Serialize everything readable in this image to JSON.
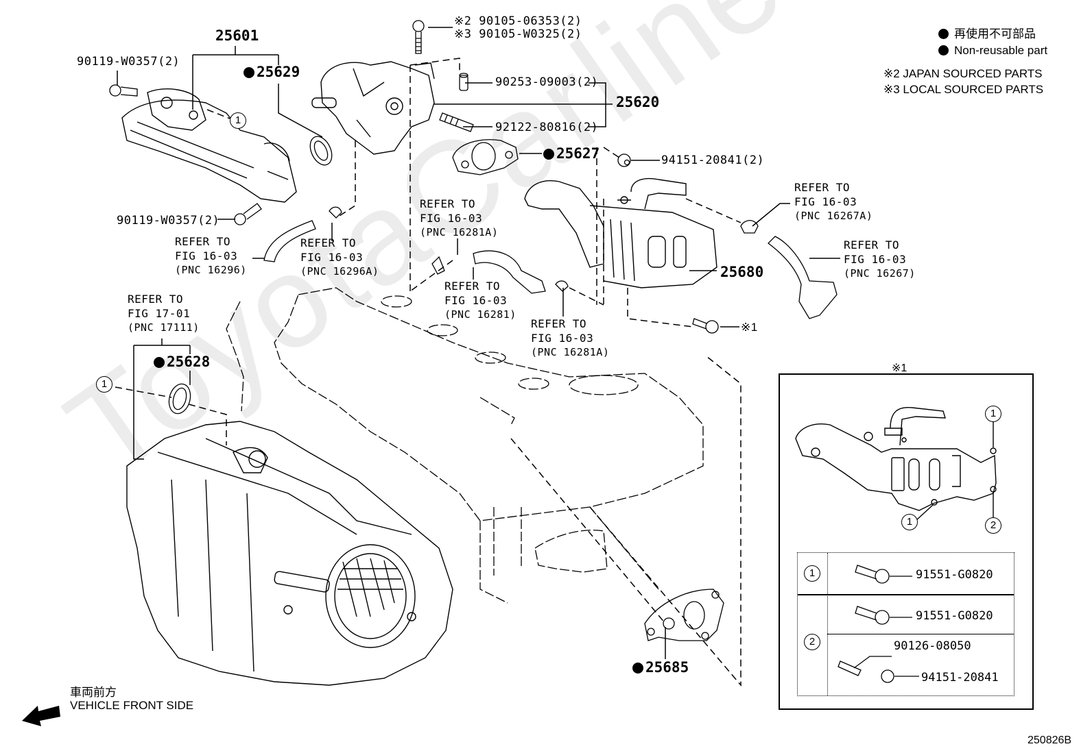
{
  "diagram": {
    "watermark": "ToyotaCarline.ru",
    "figure_code": "250826B",
    "legend": {
      "non_reusable_jp": "再使用不可部品",
      "non_reusable_en": "Non-reusable part",
      "note2": "※2 JAPAN SOURCED PARTS",
      "note3": "※3 LOCAL SOURCED PARTS"
    },
    "front_indicator": {
      "jp": "車両前方",
      "en": "VEHICLE FRONT SIDE",
      "icon": "arrow-left-icon"
    },
    "parts": [
      {
        "id": "25601",
        "non_reusable": false
      },
      {
        "id": "25629",
        "non_reusable": true
      },
      {
        "id": "25620",
        "non_reusable": false
      },
      {
        "id": "25627",
        "non_reusable": true
      },
      {
        "id": "25680",
        "non_reusable": false
      },
      {
        "id": "25628",
        "non_reusable": true
      },
      {
        "id": "25685",
        "non_reusable": true
      }
    ],
    "fasteners": {
      "bolt_upper_left": "90119-W0357(2)",
      "bolt_lower_left": "90119-W0357(2)",
      "bolt_jp": "※2 90105-06353(2)",
      "bolt_local": "※3 90105-W0325(2)",
      "pin": "90253-09003(2)",
      "stud": "92122-80816(2)",
      "nut": "94151-20841(2)",
      "bolt_ref1": "※1"
    },
    "references": [
      {
        "line1": "REFER TO",
        "line2": "FIG 16-03",
        "line3": "(PNC 16296)"
      },
      {
        "line1": "REFER TO",
        "line2": "FIG 16-03",
        "line3": "(PNC 16296A)"
      },
      {
        "line1": "REFER TO",
        "line2": "FIG 16-03",
        "line3": "(PNC 16281A)"
      },
      {
        "line1": "REFER TO",
        "line2": "FIG 16-03",
        "line3": "(PNC 16281)"
      },
      {
        "line1": "REFER TO",
        "line2": "FIG 16-03",
        "line3": "(PNC 16281A)"
      },
      {
        "line1": "REFER TO",
        "line2": "FIG 16-03",
        "line3": "(PNC 16267A)"
      },
      {
        "line1": "REFER TO",
        "line2": "FIG 16-03",
        "line3": "(PNC 16267)"
      },
      {
        "line1": "REFER TO",
        "line2": "FIG 17-01",
        "line3": "(PNC 17111)"
      }
    ],
    "callouts": {
      "one": "1",
      "two": "2"
    },
    "inset": {
      "title": "※1",
      "table": [
        {
          "key": "1",
          "parts": [
            "91551-G0820"
          ]
        },
        {
          "key": "2",
          "parts": [
            "91551-G0820",
            "90126-08050",
            "94151-20841"
          ]
        }
      ]
    }
  }
}
